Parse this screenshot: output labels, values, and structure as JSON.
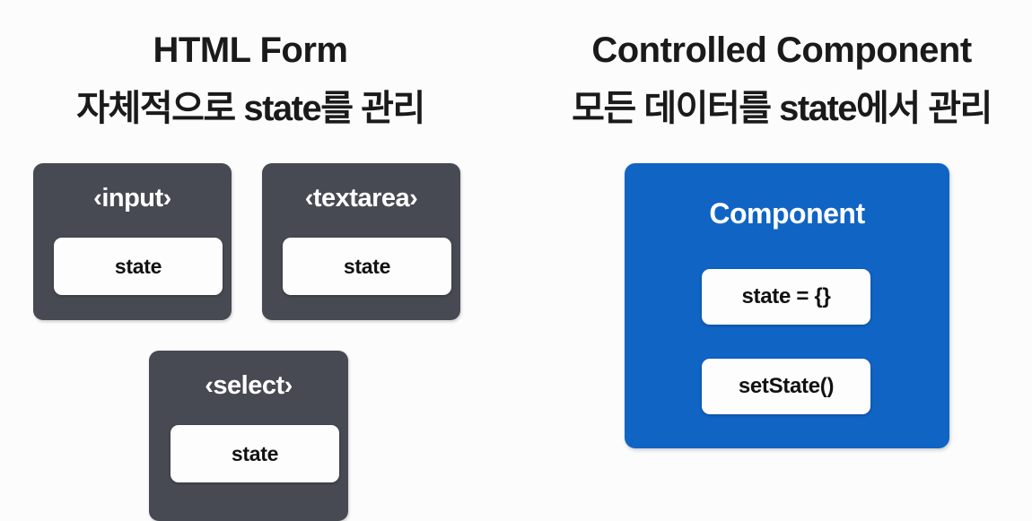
{
  "background_color": "#fcfcfc",
  "colors": {
    "dark_box": "#474a52",
    "blue_box": "#1064c4",
    "chip": "#fdfdfd",
    "heading_text": "#1a1a1a",
    "box_label_text": "#ffffff",
    "chip_text": "#111111"
  },
  "left": {
    "title_en": "HTML Form",
    "title_ko": "자체적으로 state를 관리",
    "boxes": [
      {
        "tag": "‹input›",
        "tag_plain": "<input>",
        "chip": "state"
      },
      {
        "tag": "‹textarea›",
        "tag_plain": "<textarea>",
        "chip": "state"
      },
      {
        "tag": "‹select›",
        "tag_plain": "<select>",
        "chip": "state"
      }
    ]
  },
  "right": {
    "title_en": "Controlled Component",
    "title_ko": "모든 데이터를 state에서 관리",
    "component": {
      "heading": "Component",
      "chips": [
        {
          "label": "state = {}"
        },
        {
          "label": "setState()"
        }
      ]
    }
  }
}
